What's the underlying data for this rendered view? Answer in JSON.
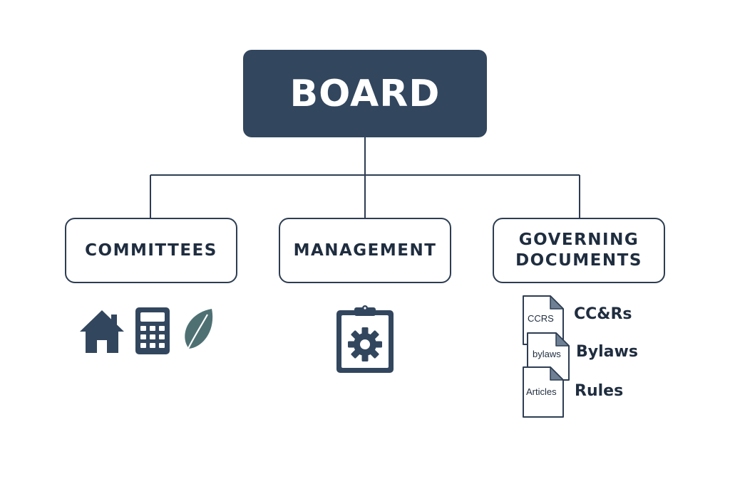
{
  "board": {
    "label": "BOARD"
  },
  "committees": {
    "label": "COMMITTEES"
  },
  "management": {
    "label": "MANAGEMENT"
  },
  "governing": {
    "label_line1": "GOVERNING",
    "label_line2": "DOCUMENTS",
    "documents": [
      {
        "card_text": "CCRS",
        "label": "CC&Rs"
      },
      {
        "card_text": "bylaws",
        "label": "Bylaws"
      },
      {
        "card_text": "Articles",
        "label": "Rules"
      }
    ]
  },
  "icons": {
    "committees": [
      "house-icon",
      "calculator-icon",
      "leaf-icon"
    ],
    "management": [
      "clipboard-gear-icon"
    ]
  },
  "colors": {
    "primary": "#32465e",
    "ink": "#1f2d3f",
    "leaf": "#4e7073",
    "line": "#2d3d52"
  }
}
